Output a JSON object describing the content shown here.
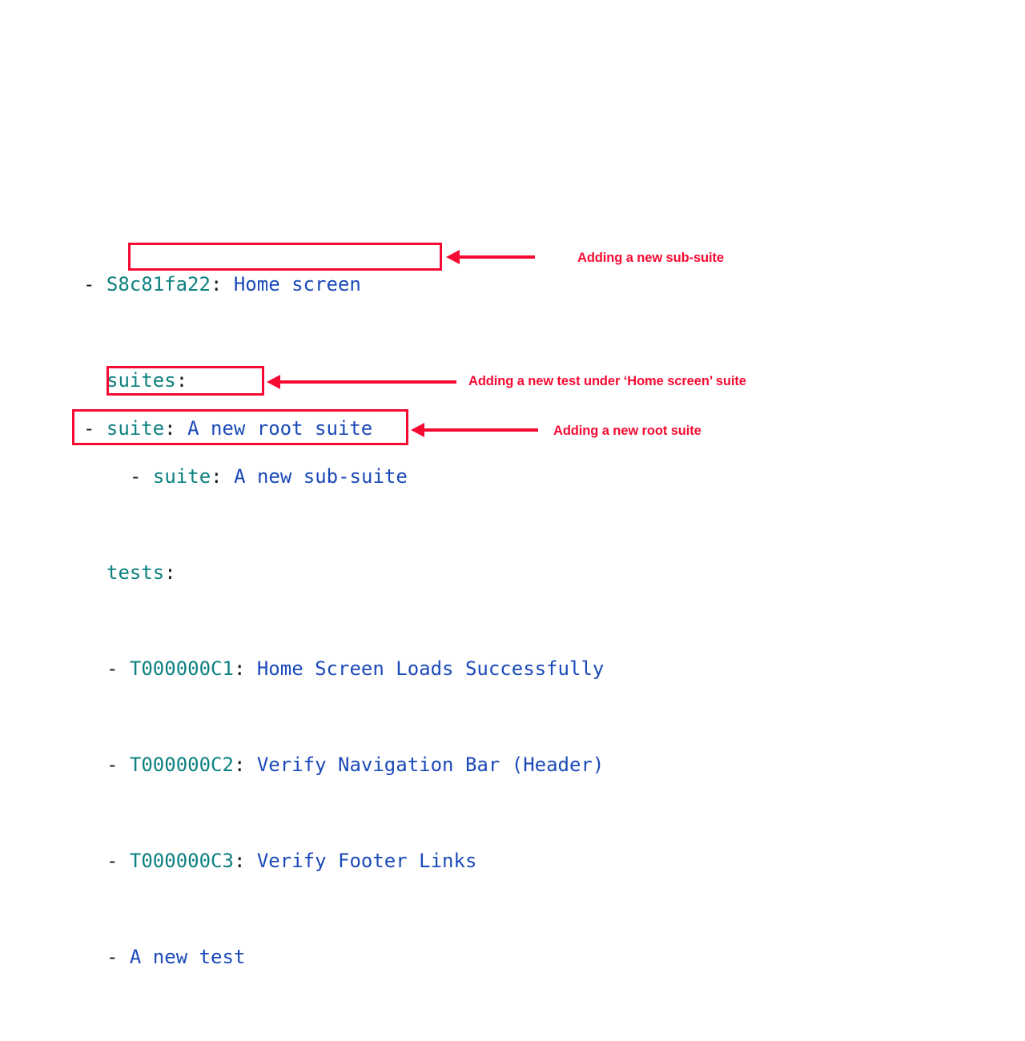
{
  "canvas": {
    "background": "#ffffff",
    "code_font_size": "24px"
  },
  "colors": {
    "keyword_teal": "#0d8080",
    "identifier_teal": "#0d8080",
    "title_blue": "#1a4ab8",
    "punctuation": "#1b1b1b",
    "annotation_red": "#f50a32"
  },
  "tree": {
    "root_suite": {
      "bullet": "-",
      "id": "S8c81fa22",
      "colon": ":",
      "title": "Home screen"
    },
    "suites_key": "suites",
    "suites_colon": ":",
    "sub_suite": {
      "bullet": "-",
      "key": "suite",
      "colon": ":",
      "title": "A new sub-suite"
    },
    "tests_key": "tests",
    "tests_colon": ":",
    "tests": [
      {
        "bullet": "-",
        "id": "T000000C1",
        "colon": ":",
        "title": "Home Screen Loads Successfully"
      },
      {
        "bullet": "-",
        "id": "T000000C2",
        "colon": ":",
        "title": "Verify Navigation Bar (Header)"
      },
      {
        "bullet": "-",
        "id": "T000000C3",
        "colon": ":",
        "title": "Verify Footer Links"
      }
    ],
    "new_test": {
      "bullet": "-",
      "title": "A new test"
    },
    "new_root_suite": {
      "bullet": "-",
      "key": "suite",
      "colon": ":",
      "title": "A new root suite"
    }
  },
  "annotations": [
    {
      "id": "sub-suite",
      "label": "Adding a new sub-suite"
    },
    {
      "id": "new-test",
      "label": "Adding a new test under ‘Home screen’ suite"
    },
    {
      "id": "root-suite",
      "label": "Adding a new root suite"
    }
  ]
}
